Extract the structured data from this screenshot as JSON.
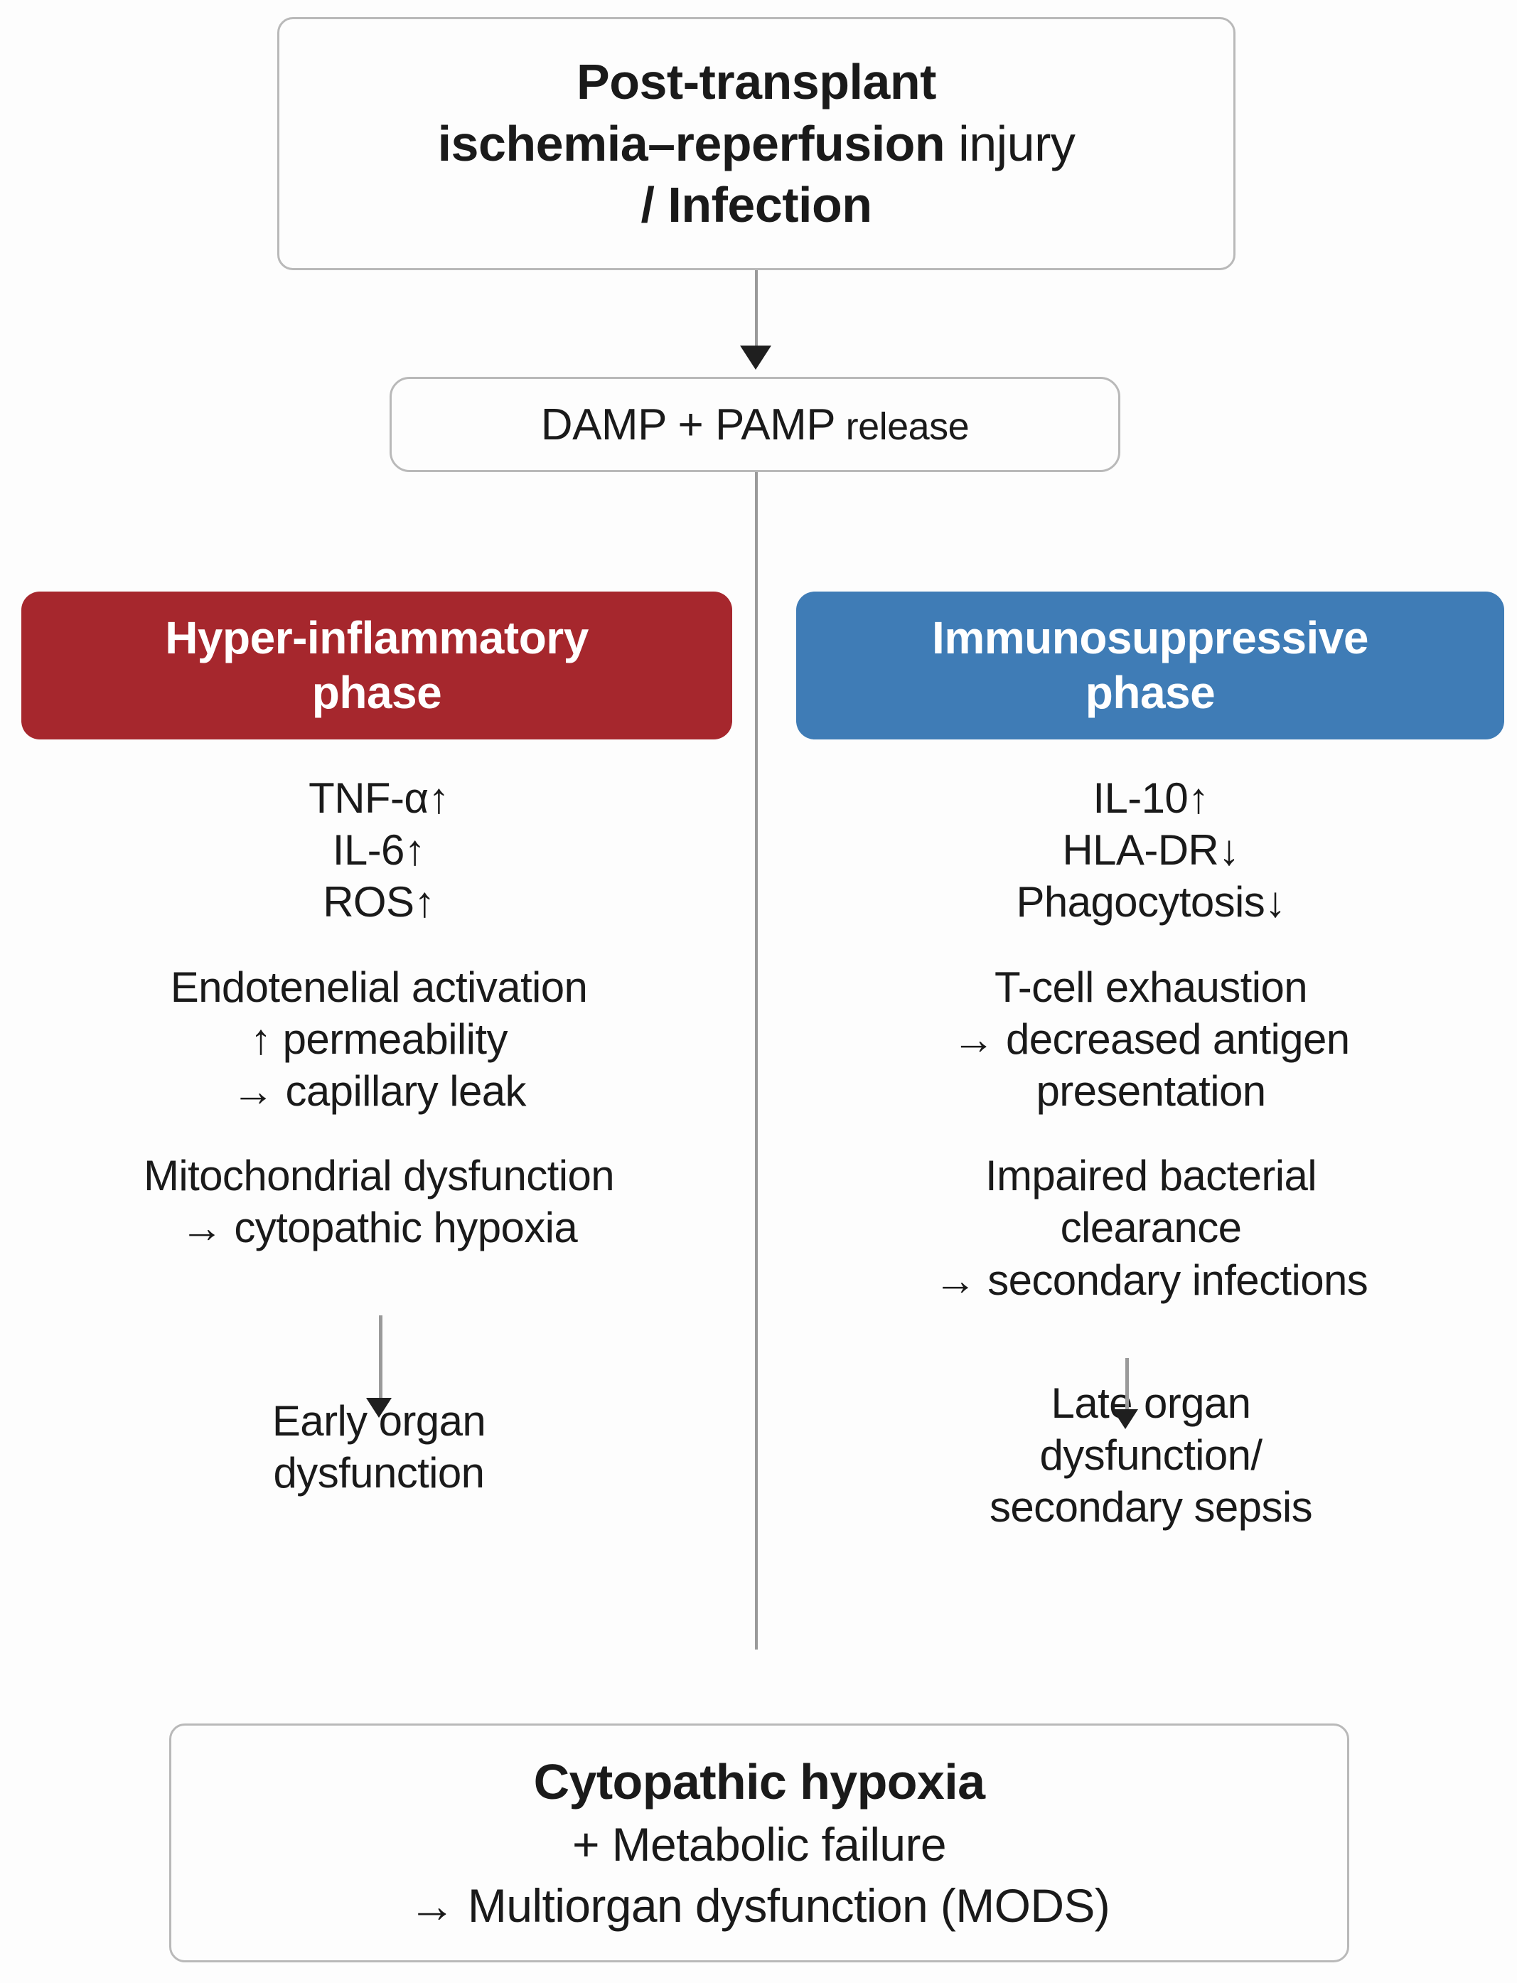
{
  "diagram": {
    "title_box": {
      "line1": "Post-transplant",
      "line2_bold": "ischemia–reperfusion",
      "line2_regular": " injury",
      "line3": "/ Infection"
    },
    "damp_box": {
      "main": "DAMP + PAMP",
      "suffix": " release"
    },
    "phases": {
      "hyper": {
        "header_line1": "Hyper-inflammatory",
        "header_line2": "phase",
        "color": "#a6272d",
        "groups": [
          {
            "rows": [
              "TNF-α↑",
              "IL-6↑",
              "ROS↑"
            ]
          },
          {
            "rows": [
              "Endotenelial activation",
              "↑ permeability",
              "→ capillary leak"
            ]
          },
          {
            "rows": [
              "Mitochondrial dysfunction",
              "→ cytopathic hypoxia"
            ]
          },
          {
            "rows": [
              "Early organ",
              "dysfunction"
            ]
          }
        ]
      },
      "immuno": {
        "header_line1": "Immunosuppressive",
        "header_line2": "phase",
        "color": "#3f7cb6",
        "groups": [
          {
            "rows": [
              "IL-10↑",
              "HLA-DR↓",
              "Phagocytosis↓"
            ]
          },
          {
            "rows": [
              "T-cell exhaustion",
              "→ decreased antigen",
              "presentation"
            ]
          },
          {
            "rows": [
              "Impaired bacterial",
              "clearance",
              "→ secondary infections"
            ]
          },
          {
            "rows": [
              "Late organ",
              "dysfunction/",
              "secondary sepsis"
            ]
          }
        ]
      }
    },
    "outcome_box": {
      "line1": "Cytopathic hypoxia",
      "line2": "+ Metabolic failure",
      "line3": "→ Multiorgan dysfunction  (MODS)"
    }
  }
}
